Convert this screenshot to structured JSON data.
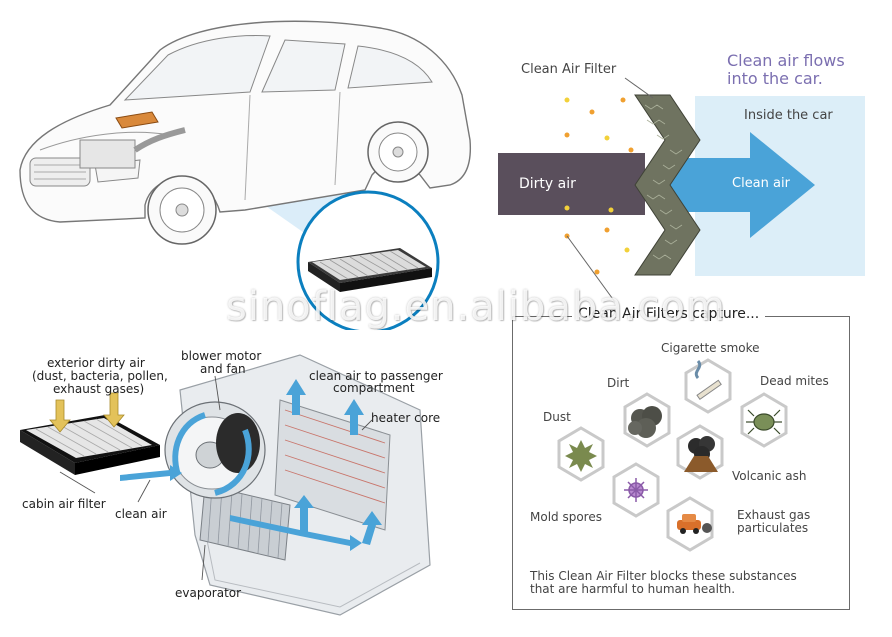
{
  "top_right": {
    "filter_label": "Clean Air Filter",
    "flow_heading_line1": "Clean air flows",
    "flow_heading_line2": "into the car.",
    "inside_label": "Inside the car",
    "dirty_label": "Dirty air",
    "clean_label": "Clean air"
  },
  "watermark": "sinoflag.en.alibaba.com",
  "bottom_left": {
    "exterior_line1": "exterior dirty air",
    "exterior_line2": "(dust, bacteria, pollen,",
    "exterior_line3": "exhaust gases)",
    "blower_line1": "blower motor",
    "blower_line2": "and fan",
    "passenger_line1": "clean air to passenger",
    "passenger_line2": "compartment",
    "heater_core": "heater core",
    "cabin_filter": "cabin air filter",
    "clean_air": "clean air",
    "evaporator": "evaporator"
  },
  "capture": {
    "title": "Clean Air Filters capture...",
    "items": {
      "cigarette": "Cigarette smoke",
      "dirt": "Dirt",
      "dead_mites": "Dead mites",
      "dust": "Dust",
      "volcanic": "Volcanic ash",
      "mold": "Mold spores",
      "exhaust_line1": "Exhaust gas",
      "exhaust_line2": "particulates"
    },
    "footer_line1": "This Clean Air Filter blocks these substances",
    "footer_line2": "that are harmful to human health."
  },
  "colors": {
    "clean_arrow": "#4aa3d8",
    "dirty_arrow": "#5a4f5c",
    "heading_purple": "#7b6fb0",
    "hex_stroke": "#c9c9c9"
  }
}
